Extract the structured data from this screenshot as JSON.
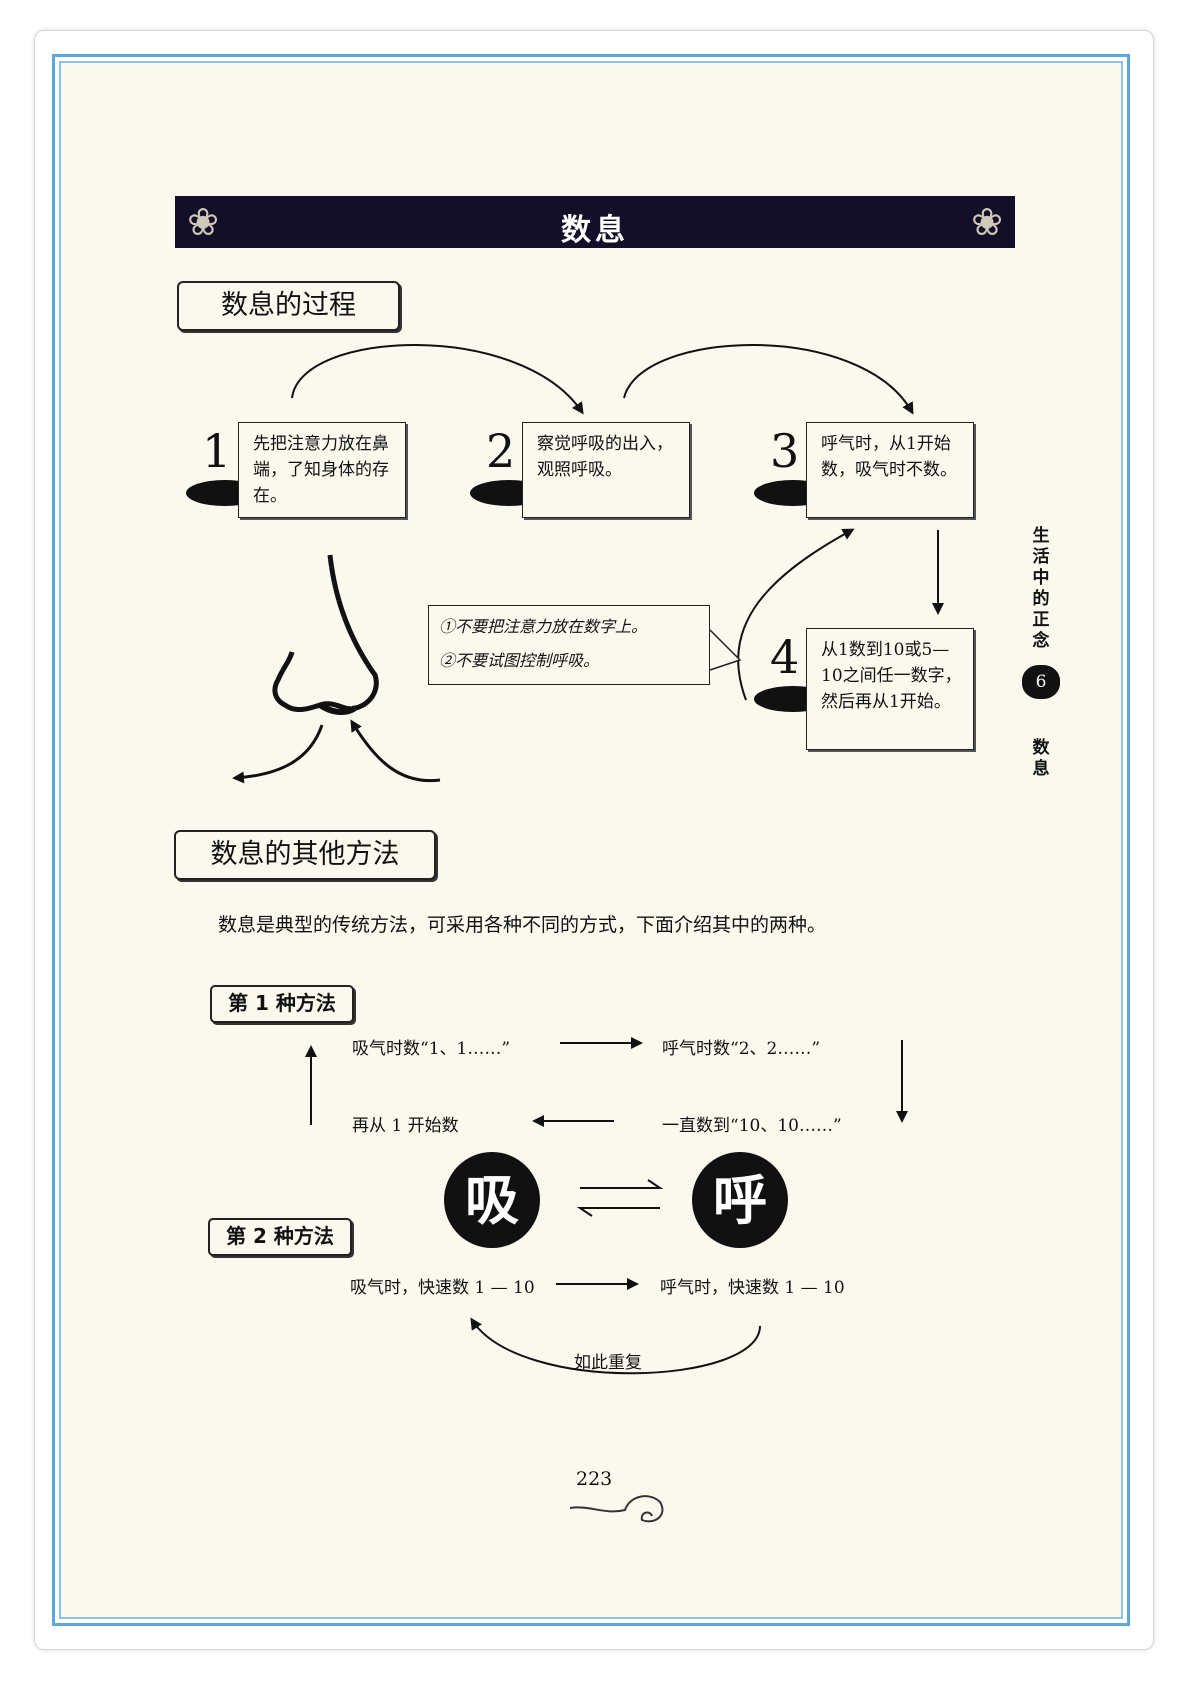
{
  "title": "数息",
  "section1": {
    "heading": "数息的过程"
  },
  "steps": [
    {
      "num": "1",
      "text": "先把注意力放在鼻端，了知身体的存在。"
    },
    {
      "num": "2",
      "text": "察觉呼吸的出入，观照呼吸。"
    },
    {
      "num": "3",
      "text": "呼气时，从1开始数，吸气时不数。"
    },
    {
      "num": "4",
      "text": "从1数到10或5—10之间任一数字，然后再从1开始。"
    }
  ],
  "notes": [
    "①不要把注意力放在数字上。",
    "②不要试图控制呼吸。"
  ],
  "section2": {
    "heading": "数息的其他方法",
    "intro": "数息是典型的传统方法，可采用各种不同的方式，下面介绍其中的两种。"
  },
  "method1": {
    "label": "第 1 种方法",
    "inhale": "吸气时数“1、1……”",
    "exhale": "呼气时数“2、2……”",
    "count_to": "一直数到“10、10……”",
    "restart": "再从 1 开始数"
  },
  "circles": {
    "inhale": "吸",
    "exhale": "呼"
  },
  "method2": {
    "label": "第 2 种方法",
    "inhale": "吸气时，快速数 1 — 10",
    "exhale": "呼气时，快速数 1 — 10",
    "repeat": "如此重复"
  },
  "sidebar": {
    "chapter": "生活中的正念",
    "chapter_num": "6",
    "topic": "数息"
  },
  "page_number": "223"
}
